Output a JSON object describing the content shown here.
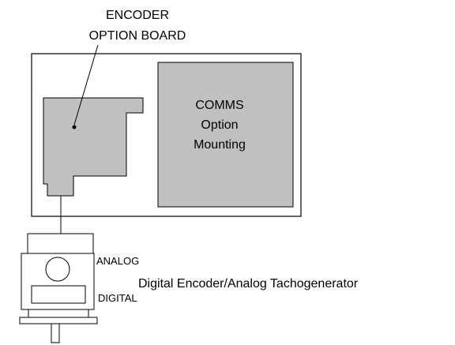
{
  "labels": {
    "encoder_board_line1": "ENCODER",
    "encoder_board_line2": "OPTION BOARD",
    "comms_line1": "COMMS",
    "comms_line2": "Option",
    "comms_line3": "Mounting",
    "analog": "ANALOG",
    "digital": "DIGITAL",
    "device": "Digital Encoder/Analog Tachogenerator"
  },
  "colors": {
    "board_fill": "#c0c0c0",
    "comms_fill": "#c0c0c0",
    "outline": "#000000",
    "background": "#ffffff"
  }
}
